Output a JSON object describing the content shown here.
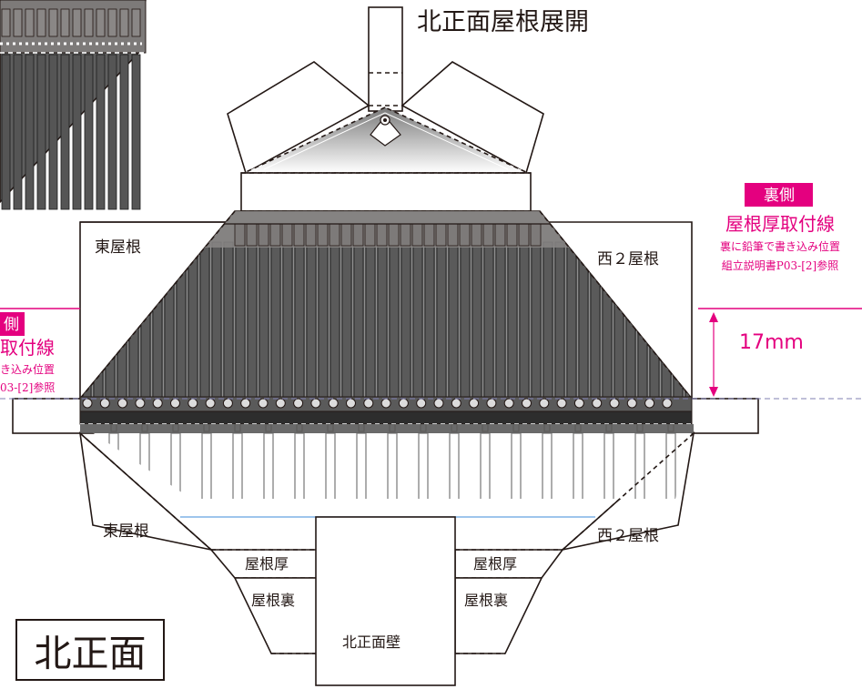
{
  "title": "北正面屋根展開",
  "face_label": "北正面",
  "roof_upper": {
    "east": "東屋根",
    "west": "西２屋根"
  },
  "roof_lower": {
    "east": "東屋根",
    "west": "西２屋根"
  },
  "thickness_left": "屋根厚",
  "underside_left": "屋根裏",
  "thickness_right": "屋根厚",
  "underside_right": "屋根裏",
  "wall": "北正面壁",
  "note_right": {
    "badge": "裏側",
    "line1": "屋根厚取付線",
    "line2": "裏に鉛筆で書き込み位置",
    "line3": "組立説明書P03-[2]参照"
  },
  "note_left": {
    "badge": "側",
    "line1": "取付線",
    "line2": "き込み位置",
    "line3": "03-[2]参照"
  },
  "dimension": "17mm",
  "colors": {
    "accent": "#e4007f",
    "tile_dark": "#5a5a5a",
    "tile_mid": "#7d7a79",
    "guide_blue": "#7fb2e5"
  }
}
